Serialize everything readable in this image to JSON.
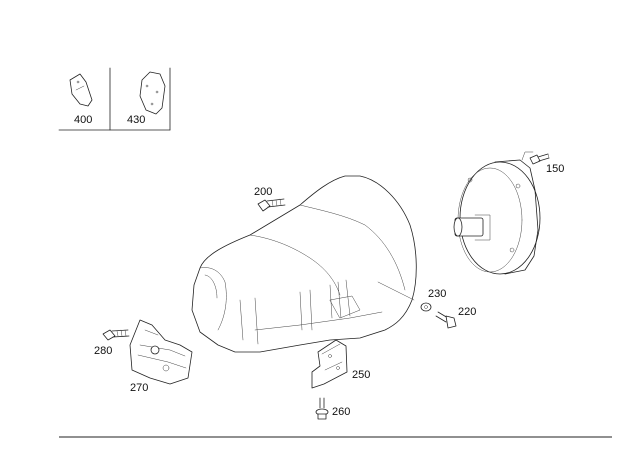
{
  "parts": {
    "p400": "400",
    "p430": "430",
    "p150": "150",
    "p200": "200",
    "p230": "230",
    "p220": "220",
    "p250": "250",
    "p260": "260",
    "p270": "270",
    "p280": "280"
  }
}
